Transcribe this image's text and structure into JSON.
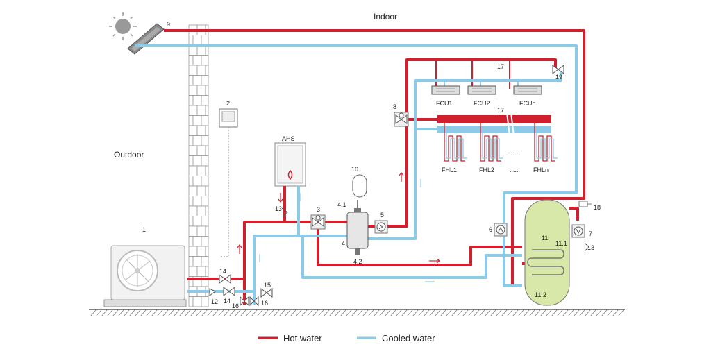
{
  "labels": {
    "indoor": "Indoor",
    "outdoor": "Outdoor",
    "ahs": "AHS",
    "n1": "1",
    "n2": "2",
    "n3": "3",
    "n4": "4",
    "n4_1": "4.1",
    "n4_2": "4.2",
    "n5": "5",
    "n6": "6",
    "n7": "7",
    "n8": "8",
    "n9": "9",
    "n10": "10",
    "n11": "11",
    "n11_1": "11.1",
    "n11_2": "11.2",
    "n12": "12",
    "n13a": "13",
    "n13b": "13",
    "n14a": "14",
    "n14b": "14",
    "n15": "15",
    "n16a": "16",
    "n16b": "16",
    "n17a": "17",
    "n17b": "17",
    "n18": "18",
    "n19": "19",
    "fcu1": "FCU1",
    "fcu2": "FCU2",
    "fcun": "FCUn",
    "fhl1": "FHL1",
    "fhl2": "FHL2",
    "fhln": "FHLn",
    "dots1": "......",
    "dots2": "......"
  },
  "legend": {
    "hot": "Hot water",
    "cold": "Cooled water"
  },
  "colors": {
    "hot": "#d0202e",
    "cold": "#8ccbe8",
    "tank": "#d7e8a8",
    "ground": "#555555"
  }
}
